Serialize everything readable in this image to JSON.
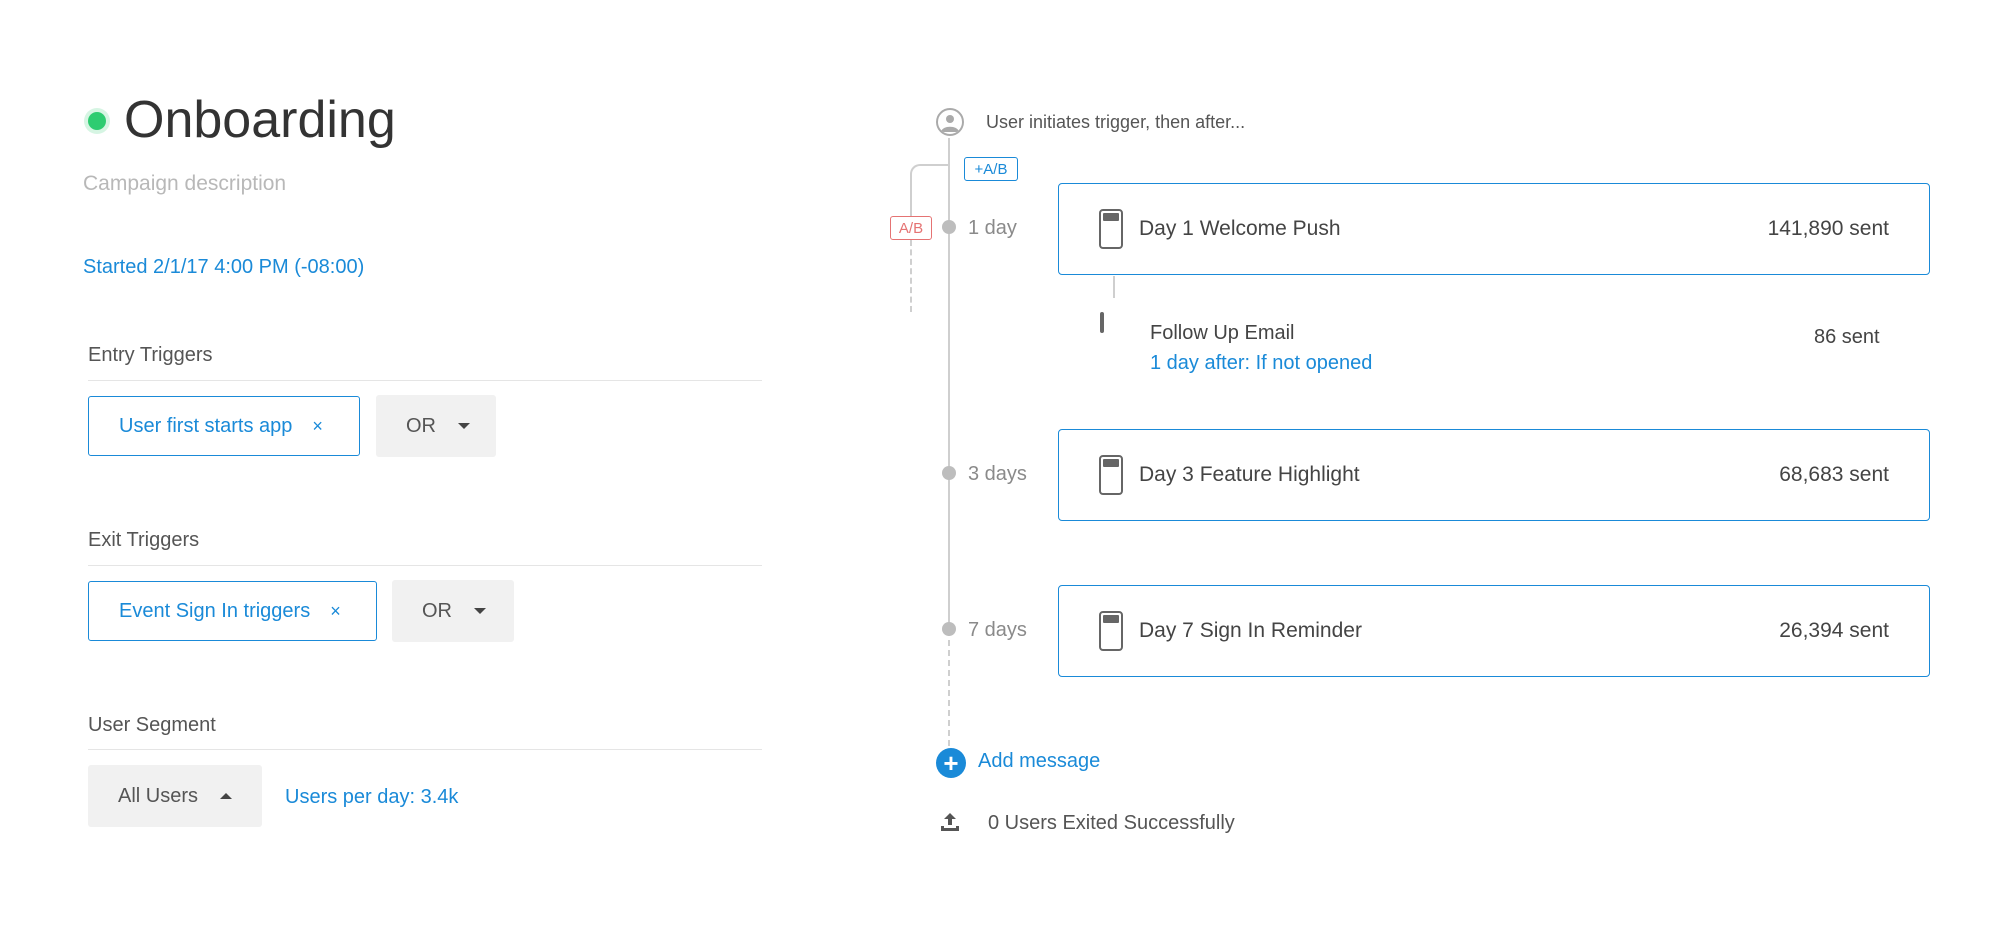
{
  "campaign": {
    "title": "Onboarding",
    "description_placeholder": "Campaign description",
    "started": "Started 2/1/17 4:00 PM (-08:00)",
    "status_color": "#2ecc71"
  },
  "entry_triggers": {
    "label": "Entry Triggers",
    "chip": "User first starts app",
    "remove_symbol": "×",
    "operator": "OR"
  },
  "exit_triggers": {
    "label": "Exit Triggers",
    "chip": "Event Sign In triggers",
    "remove_symbol": "×",
    "operator": "OR"
  },
  "segment": {
    "label": "User Segment",
    "selected": "All Users",
    "users_per_day": "Users per day: 3.4k"
  },
  "timeline": {
    "trigger_text": "User initiates trigger, then after...",
    "ab_badge": "A/B",
    "add_ab": "+A/B",
    "steps": [
      {
        "delay": "1 day",
        "name": "Day 1 Welcome Push",
        "count": "141,890 sent"
      },
      {
        "delay": "3 days",
        "name": "Day 3 Feature Highlight",
        "count": "68,683 sent"
      },
      {
        "delay": "7 days",
        "name": "Day 7 Sign In Reminder",
        "count": "26,394 sent"
      }
    ],
    "followup": {
      "name": "Follow Up Email",
      "condition": "1 day after: If not opened",
      "count": "86 sent"
    },
    "add_message": "Add message",
    "exited": "0 Users Exited Successfully"
  },
  "colors": {
    "accent": "#1a8ad8",
    "ab_red": "#e57373"
  }
}
